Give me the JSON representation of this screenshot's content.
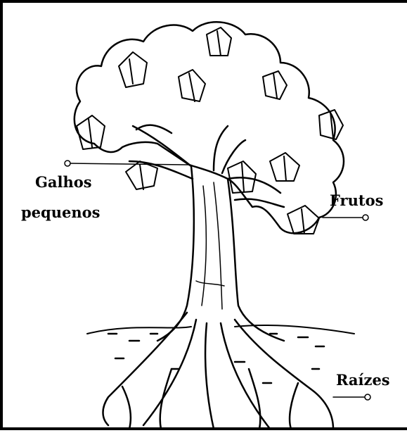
{
  "labels": {
    "galhos_line1": "Galhos",
    "galhos_line2": "pequenos",
    "frutos": "Frutos",
    "raizes": "Raízes"
  },
  "colors": {
    "ink": "#000000",
    "background": "#ffffff"
  }
}
